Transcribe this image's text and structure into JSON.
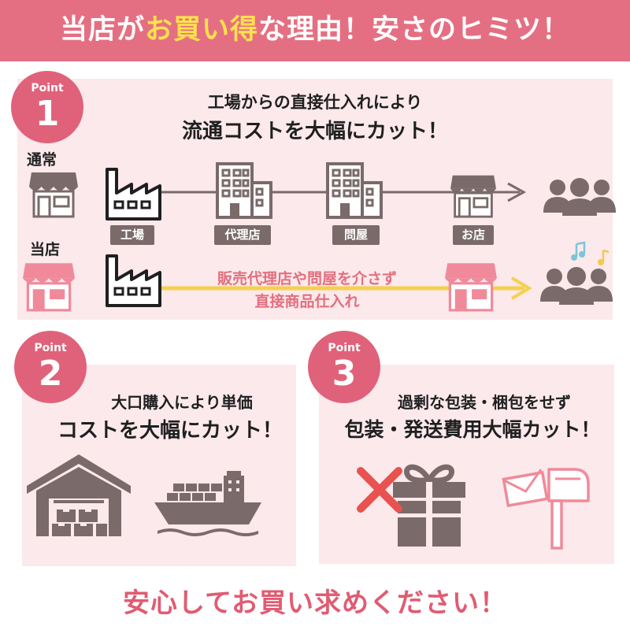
{
  "header": {
    "title_before": "当店が",
    "title_accent": "お買い得",
    "title_after": "な理由！安さのヒミツ！"
  },
  "point1": {
    "badge_word": "Point",
    "badge_number": "1",
    "line1": "工場からの直接仕入れにより",
    "line2": "流通コストを大幅にカット！",
    "label_normal": "通常",
    "label_ours": "当店",
    "stages": [
      "工場",
      "代理店",
      "問屋",
      "お店"
    ],
    "flow_line1": "販売代理店や問屋を介さず",
    "flow_line2": "直接商品仕入れ"
  },
  "point2": {
    "badge_word": "Point",
    "badge_number": "2",
    "line1": "大口購入により単価",
    "line2": "コストを大幅にカット！"
  },
  "point3": {
    "badge_word": "Point",
    "badge_number": "3",
    "line1": "過剰な包装・梱包をせず",
    "line2": "包装・発送費用大幅カット！"
  },
  "footer": {
    "text": "安心してお買い求めください！"
  },
  "colors": {
    "header_bg": "#e56f82",
    "accent_yellow": "#ffe14d",
    "panel_bg": "#fbe9ec",
    "badge_bg": "#e0627a",
    "icon_gray": "#7a6a6a",
    "icon_pink": "#f08a9a",
    "flow_yellow": "#f6d04d",
    "x_red": "#e8524f"
  },
  "icons": [
    "shop-icon",
    "factory-icon",
    "building-icon",
    "people-icon",
    "music-note-icon",
    "warehouse-icon",
    "cargo-ship-icon",
    "gift-box-icon",
    "cross-mark-icon",
    "mailbox-icon"
  ]
}
